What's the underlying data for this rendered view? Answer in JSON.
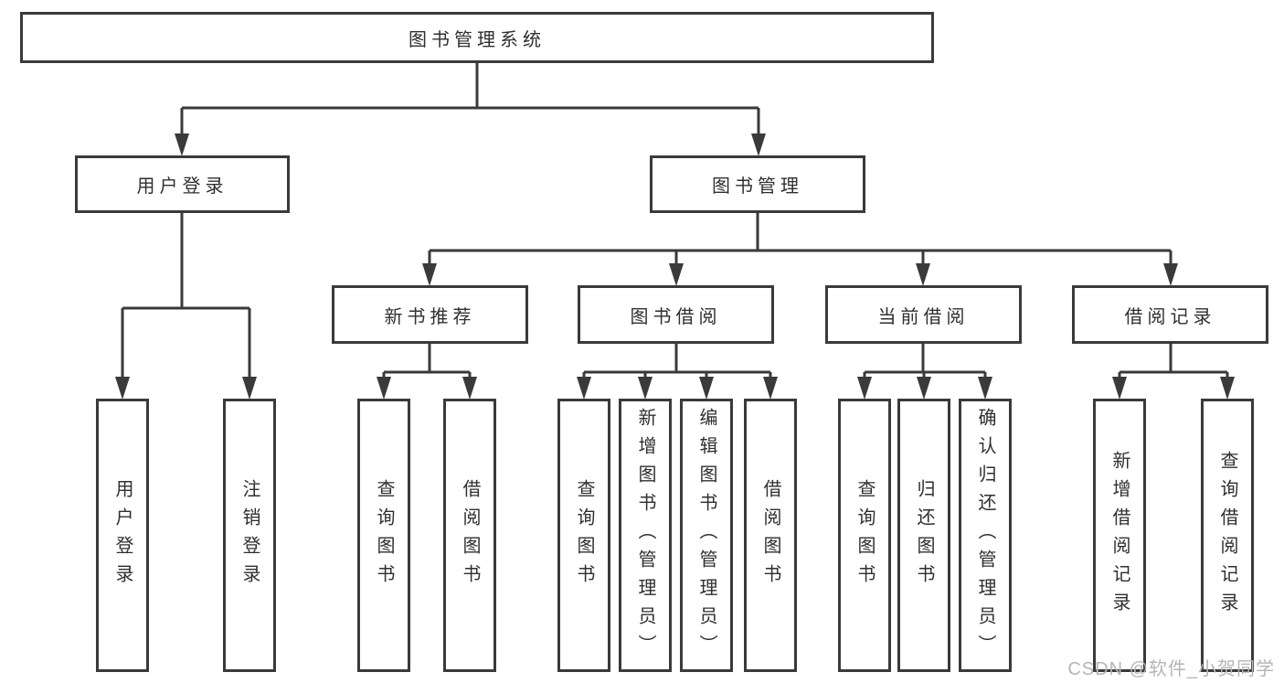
{
  "diagram": {
    "root": {
      "label": "图书管理系统"
    },
    "level2": [
      {
        "label": "用户登录"
      },
      {
        "label": "图书管理"
      }
    ],
    "level3": [
      {
        "label": "新书推荐"
      },
      {
        "label": "图书借阅"
      },
      {
        "label": "当前借阅"
      },
      {
        "label": "借阅记录"
      }
    ],
    "leaves": [
      {
        "label": "用户登录"
      },
      {
        "label": "注销登录"
      },
      {
        "label": "查询图书"
      },
      {
        "label": "借阅图书"
      },
      {
        "label": "查询图书"
      },
      {
        "label": "新增图书（管理员）"
      },
      {
        "label": "编辑图书（管理员）"
      },
      {
        "label": "借阅图书"
      },
      {
        "label": "查询图书"
      },
      {
        "label": "归还图书"
      },
      {
        "label": "确认归还（管理员）"
      },
      {
        "label": "新增借阅记录"
      },
      {
        "label": "查询借阅记录"
      }
    ]
  },
  "watermark": {
    "text": "CSDN @软件_小贺同学"
  },
  "colors": {
    "line": "#3a3a3a",
    "box_border": "#3a3a3a",
    "text": "#2f2f2f",
    "watermark": "#b5b5b5",
    "background": "#ffffff"
  }
}
